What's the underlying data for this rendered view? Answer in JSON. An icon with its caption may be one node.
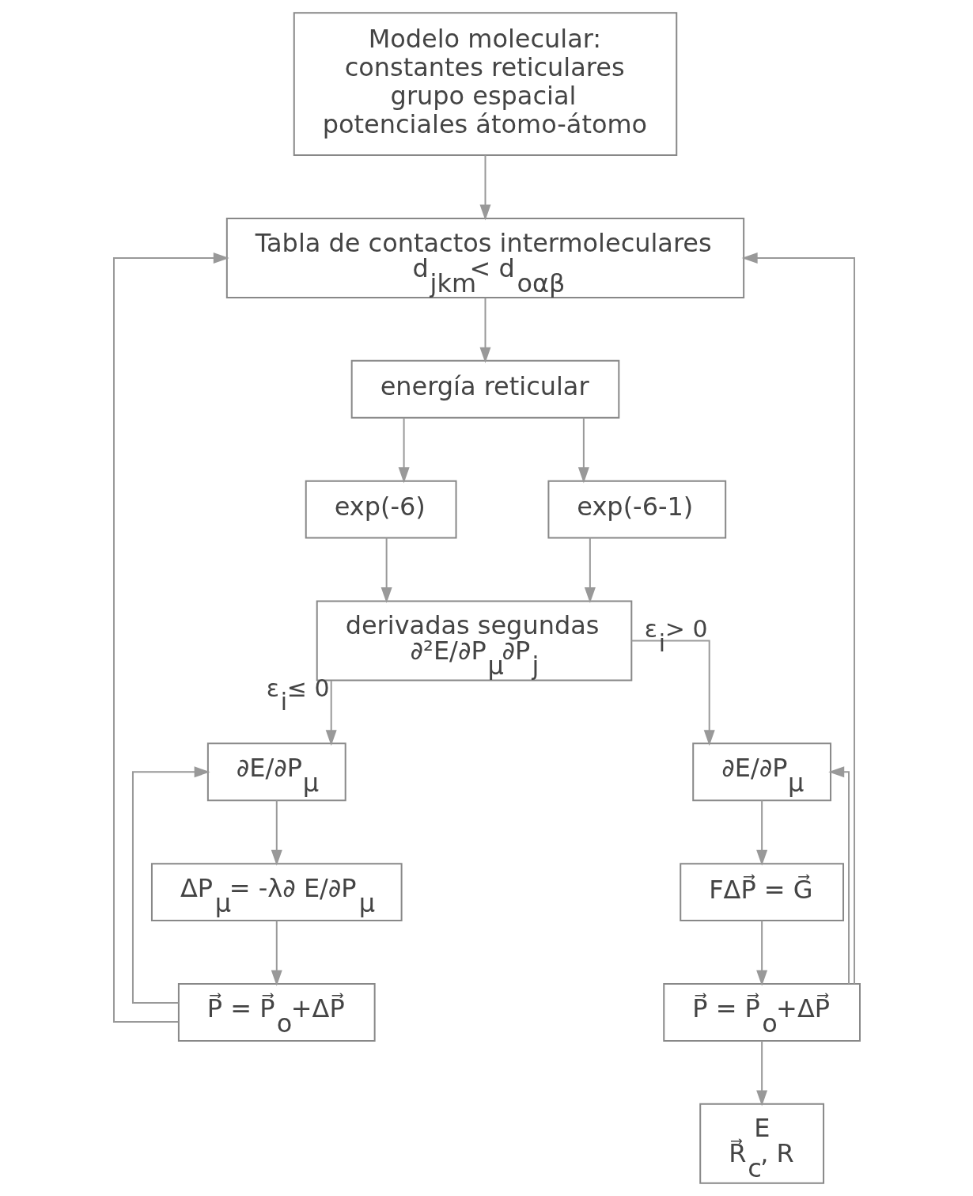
{
  "diagram": {
    "nodes": [
      {
        "text": [
          "Modelo molecular:",
          "constantes reticulares",
          "grupo espacial",
          "potenciales átomo-átomo"
        ]
      },
      {
        "text": [
          "Tabla de contactos intermoleculares",
          "d$_{jkm}$< d$_{oαβ}$"
        ]
      },
      {
        "text": [
          "energía reticular"
        ]
      },
      {
        "text": [
          "exp(-6)"
        ]
      },
      {
        "text": [
          "exp(-6-1)"
        ]
      },
      {
        "text": [
          "derivadas segundas",
          "∂²E/∂P$_{μ}$∂P$_{j}$"
        ]
      },
      {
        "text": [
          "∂E/∂P$_{μ}$"
        ]
      },
      {
        "text": [
          "ΔP$_{μ}$= -λ∂ E/∂P$_{μ}$"
        ]
      },
      {
        "text": [
          "P⃗ = P⃗$_{o}$+ΔP⃗"
        ]
      },
      {
        "text": [
          "∂E/∂P$_{μ}$"
        ]
      },
      {
        "text": [
          "FΔP⃗ = G⃗"
        ]
      },
      {
        "text": [
          "P⃗ = P⃗$_{o}$+ΔP⃗"
        ]
      },
      {
        "text": [
          "E",
          "R⃗$_{c}$, R"
        ]
      }
    ],
    "edges": [
      {
        "from": 0,
        "to": 1,
        "arrow": "to"
      },
      {
        "from": 1,
        "to": 2,
        "arrow": "to"
      },
      {
        "from": 2,
        "to": 3,
        "arrow": "to"
      },
      {
        "from": 2,
        "to": 4,
        "arrow": "to"
      },
      {
        "from": 3,
        "to": 5,
        "arrow": "to"
      },
      {
        "from": 4,
        "to": 5,
        "arrow": "to"
      },
      {
        "from": 5,
        "to": 6,
        "arrow": "to",
        "label": "ε$_{i}$≤ 0"
      },
      {
        "from": 5,
        "to": 9,
        "arrow": "to",
        "label": "ε$_{i}$> 0"
      },
      {
        "from": 6,
        "to": 7,
        "arrow": "to"
      },
      {
        "from": 7,
        "to": 8,
        "arrow": "to"
      },
      {
        "from": 8,
        "to": 6,
        "arrow": "to"
      },
      {
        "from": 8,
        "to": 1,
        "arrow": "to"
      },
      {
        "from": 9,
        "to": 10,
        "arrow": "to"
      },
      {
        "from": 10,
        "to": 11,
        "arrow": "to"
      },
      {
        "from": 11,
        "to": 9,
        "arrow": "to"
      },
      {
        "from": 11,
        "to": 12,
        "arrow": "to"
      },
      {
        "from": 11,
        "to": 1,
        "arrow": "to"
      }
    ]
  }
}
